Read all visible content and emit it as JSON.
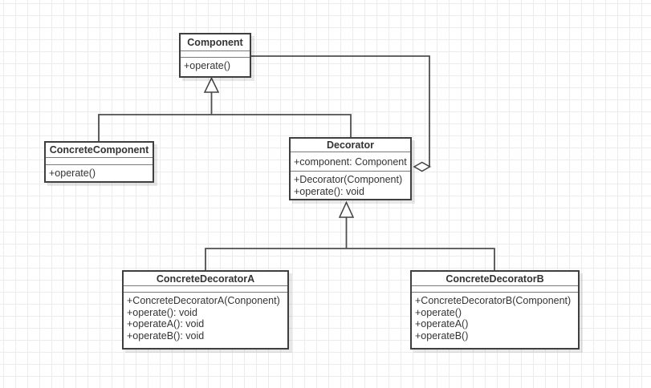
{
  "diagram": {
    "classes": {
      "component": {
        "name": "Component",
        "attributes": [],
        "methods": [
          "+operate()"
        ]
      },
      "concrete_component": {
        "name": "ConcreteComponent",
        "attributes": [],
        "methods": [
          "+operate()"
        ]
      },
      "decorator": {
        "name": "Decorator",
        "attributes": [
          "+component: Component"
        ],
        "methods": [
          "+Decorator(Component)",
          "+operate(): void"
        ]
      },
      "concrete_decorator_a": {
        "name": "ConcreteDecoratorA",
        "attributes": [],
        "methods": [
          "+ConcreteDecoratorA(Conponent)",
          "+operate(): void",
          "+operateA(): void",
          "+operateB(): void"
        ]
      },
      "concrete_decorator_b": {
        "name": "ConcreteDecoratorB",
        "attributes": [],
        "methods": [
          "+ConcreteDecoratorB(Component)",
          "+operate()",
          "+operateA()",
          "+operateB()"
        ]
      }
    },
    "relationships": [
      {
        "type": "generalization",
        "from": "ConcreteComponent",
        "to": "Component"
      },
      {
        "type": "generalization",
        "from": "Decorator",
        "to": "Component"
      },
      {
        "type": "generalization",
        "from": "ConcreteDecoratorA",
        "to": "Decorator"
      },
      {
        "type": "generalization",
        "from": "ConcreteDecoratorB",
        "to": "Decorator"
      },
      {
        "type": "aggregation",
        "owner": "Decorator",
        "part": "Component"
      }
    ],
    "colors": {
      "background": "#ffffff",
      "grid_line": "#ececec",
      "box_fill": "#ffffff",
      "box_border": "#3f3f3f",
      "divider": "#7a7a7a",
      "edge": "#4f4f4f",
      "text": "#333333"
    }
  }
}
